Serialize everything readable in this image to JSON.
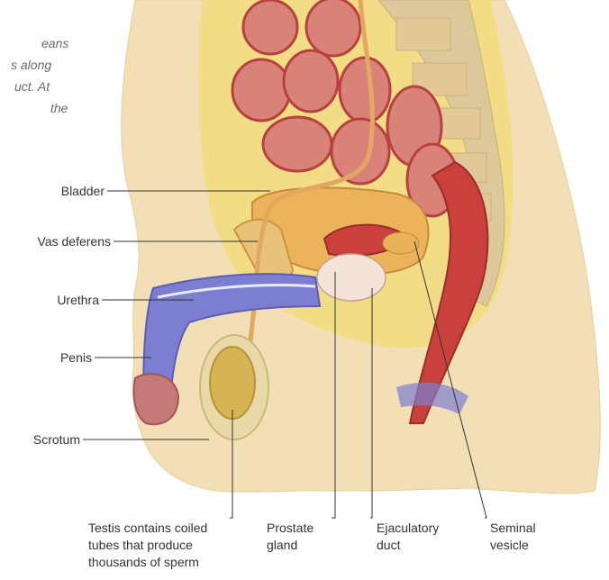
{
  "intro_text_lines": [
    "eans",
    "s along",
    "uct. At",
    "the"
  ],
  "labels": {
    "bladder": "Bladder",
    "vas_deferens": "Vas deferens",
    "urethra": "Urethra",
    "penis": "Penis",
    "scrotum": "Scrotum"
  },
  "bottom_labels": {
    "testis": [
      "Testis contains coiled",
      "tubes that produce",
      "thousands of sperm"
    ],
    "prostate": [
      "Prostate",
      "gland"
    ],
    "ejaculatory": [
      "Ejaculatory",
      "duct"
    ],
    "seminal": [
      "Seminal",
      "vesicle"
    ]
  },
  "colors": {
    "skin": "#f3dfb6",
    "fat": "#f1dc7c",
    "muscle": "#c9403d",
    "bone": "#dcc89a",
    "erectile_tissue": "#7c7fd1",
    "line": "#333333",
    "italic_text": "#6a6a6a"
  }
}
